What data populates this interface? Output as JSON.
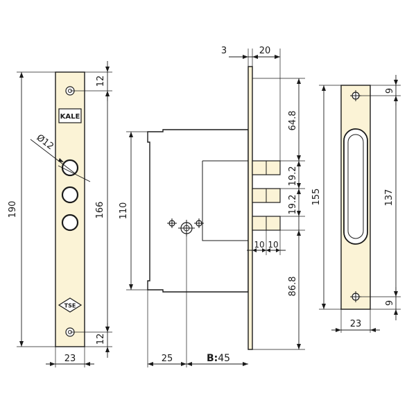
{
  "diagram": {
    "faceplate": {
      "brand": "KALE",
      "badge": "TSE",
      "dims": {
        "height": "190",
        "between_screws": "166",
        "top_offset": "12",
        "bottom_offset": "12",
        "width": "23",
        "hole_diameter": "Ø12"
      }
    },
    "lock_body": {
      "dims": {
        "plate_thickness": "3",
        "bolt_throw": "20",
        "body_height": "110",
        "top_to_bolt": "64.8",
        "bolt_pitch_1": "19.2",
        "bolt_pitch_2": "19.2",
        "bottom_to_bolt": "86.8",
        "bolt_width_1": "10",
        "bolt_width_2": "10",
        "backset_offset": "25",
        "backset_prefix": "B:",
        "backset_value": "45"
      }
    },
    "strike_plate": {
      "dims": {
        "height": "155",
        "slot_height": "137",
        "top_offset": "9",
        "bottom_offset": "9",
        "width": "23"
      }
    }
  }
}
